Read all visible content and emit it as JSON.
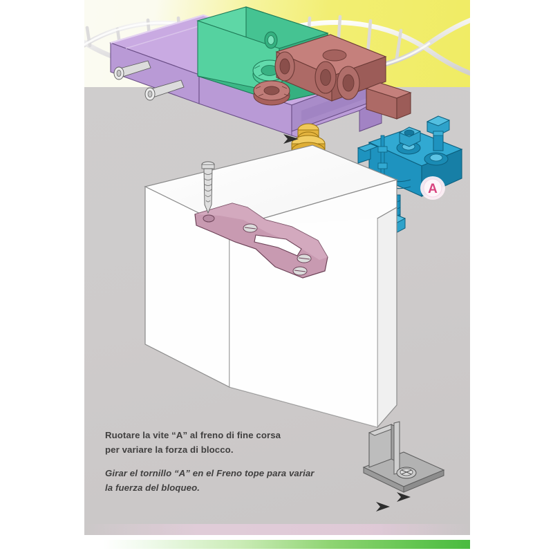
{
  "page": {
    "document_type": "exploded-assembly-instruction-illustration",
    "background_top_color": "#f0ec64",
    "background_body_color": "#cdcaca",
    "accent_bar_color": "#49bb3f"
  },
  "captions": {
    "italian": {
      "lang": "it",
      "line1": "Ruotare la vite “A” al freno di fine corsa",
      "line2": "per variare la forza di blocco."
    },
    "spanish": {
      "lang": "es",
      "line1": "Girar el tornillo “A” en el Freno tope para variar",
      "line2": "la fuerza del bloqueo."
    }
  },
  "callouts": [
    {
      "label": "A",
      "color": "#d8437e",
      "badge_color": "#f6e4ee"
    }
  ],
  "parts": [
    {
      "name": "top-track-rail",
      "color": "#c4a4de",
      "label": ""
    },
    {
      "name": "angle-mounting-bracket",
      "color": "#57cf9f",
      "label": ""
    },
    {
      "name": "roller-carriage",
      "color": "#b5736f",
      "label": ""
    },
    {
      "name": "adjustment-screw",
      "color": "#e9b23c",
      "label": ""
    },
    {
      "name": "brake-stop-block",
      "color": "#1e93bf",
      "label": ""
    },
    {
      "name": "door-hanger-plate",
      "color": "#c49cb2",
      "label": ""
    },
    {
      "name": "wood-screw",
      "color": "#cfcfcf",
      "label": ""
    },
    {
      "name": "floor-guide-bracket",
      "color": "#9b9b9b",
      "label": ""
    },
    {
      "name": "door-panel",
      "color": "#fdfdfd",
      "label": ""
    },
    {
      "name": "dna-helix-graphic",
      "color": "#f4f4f4",
      "label": ""
    }
  ]
}
